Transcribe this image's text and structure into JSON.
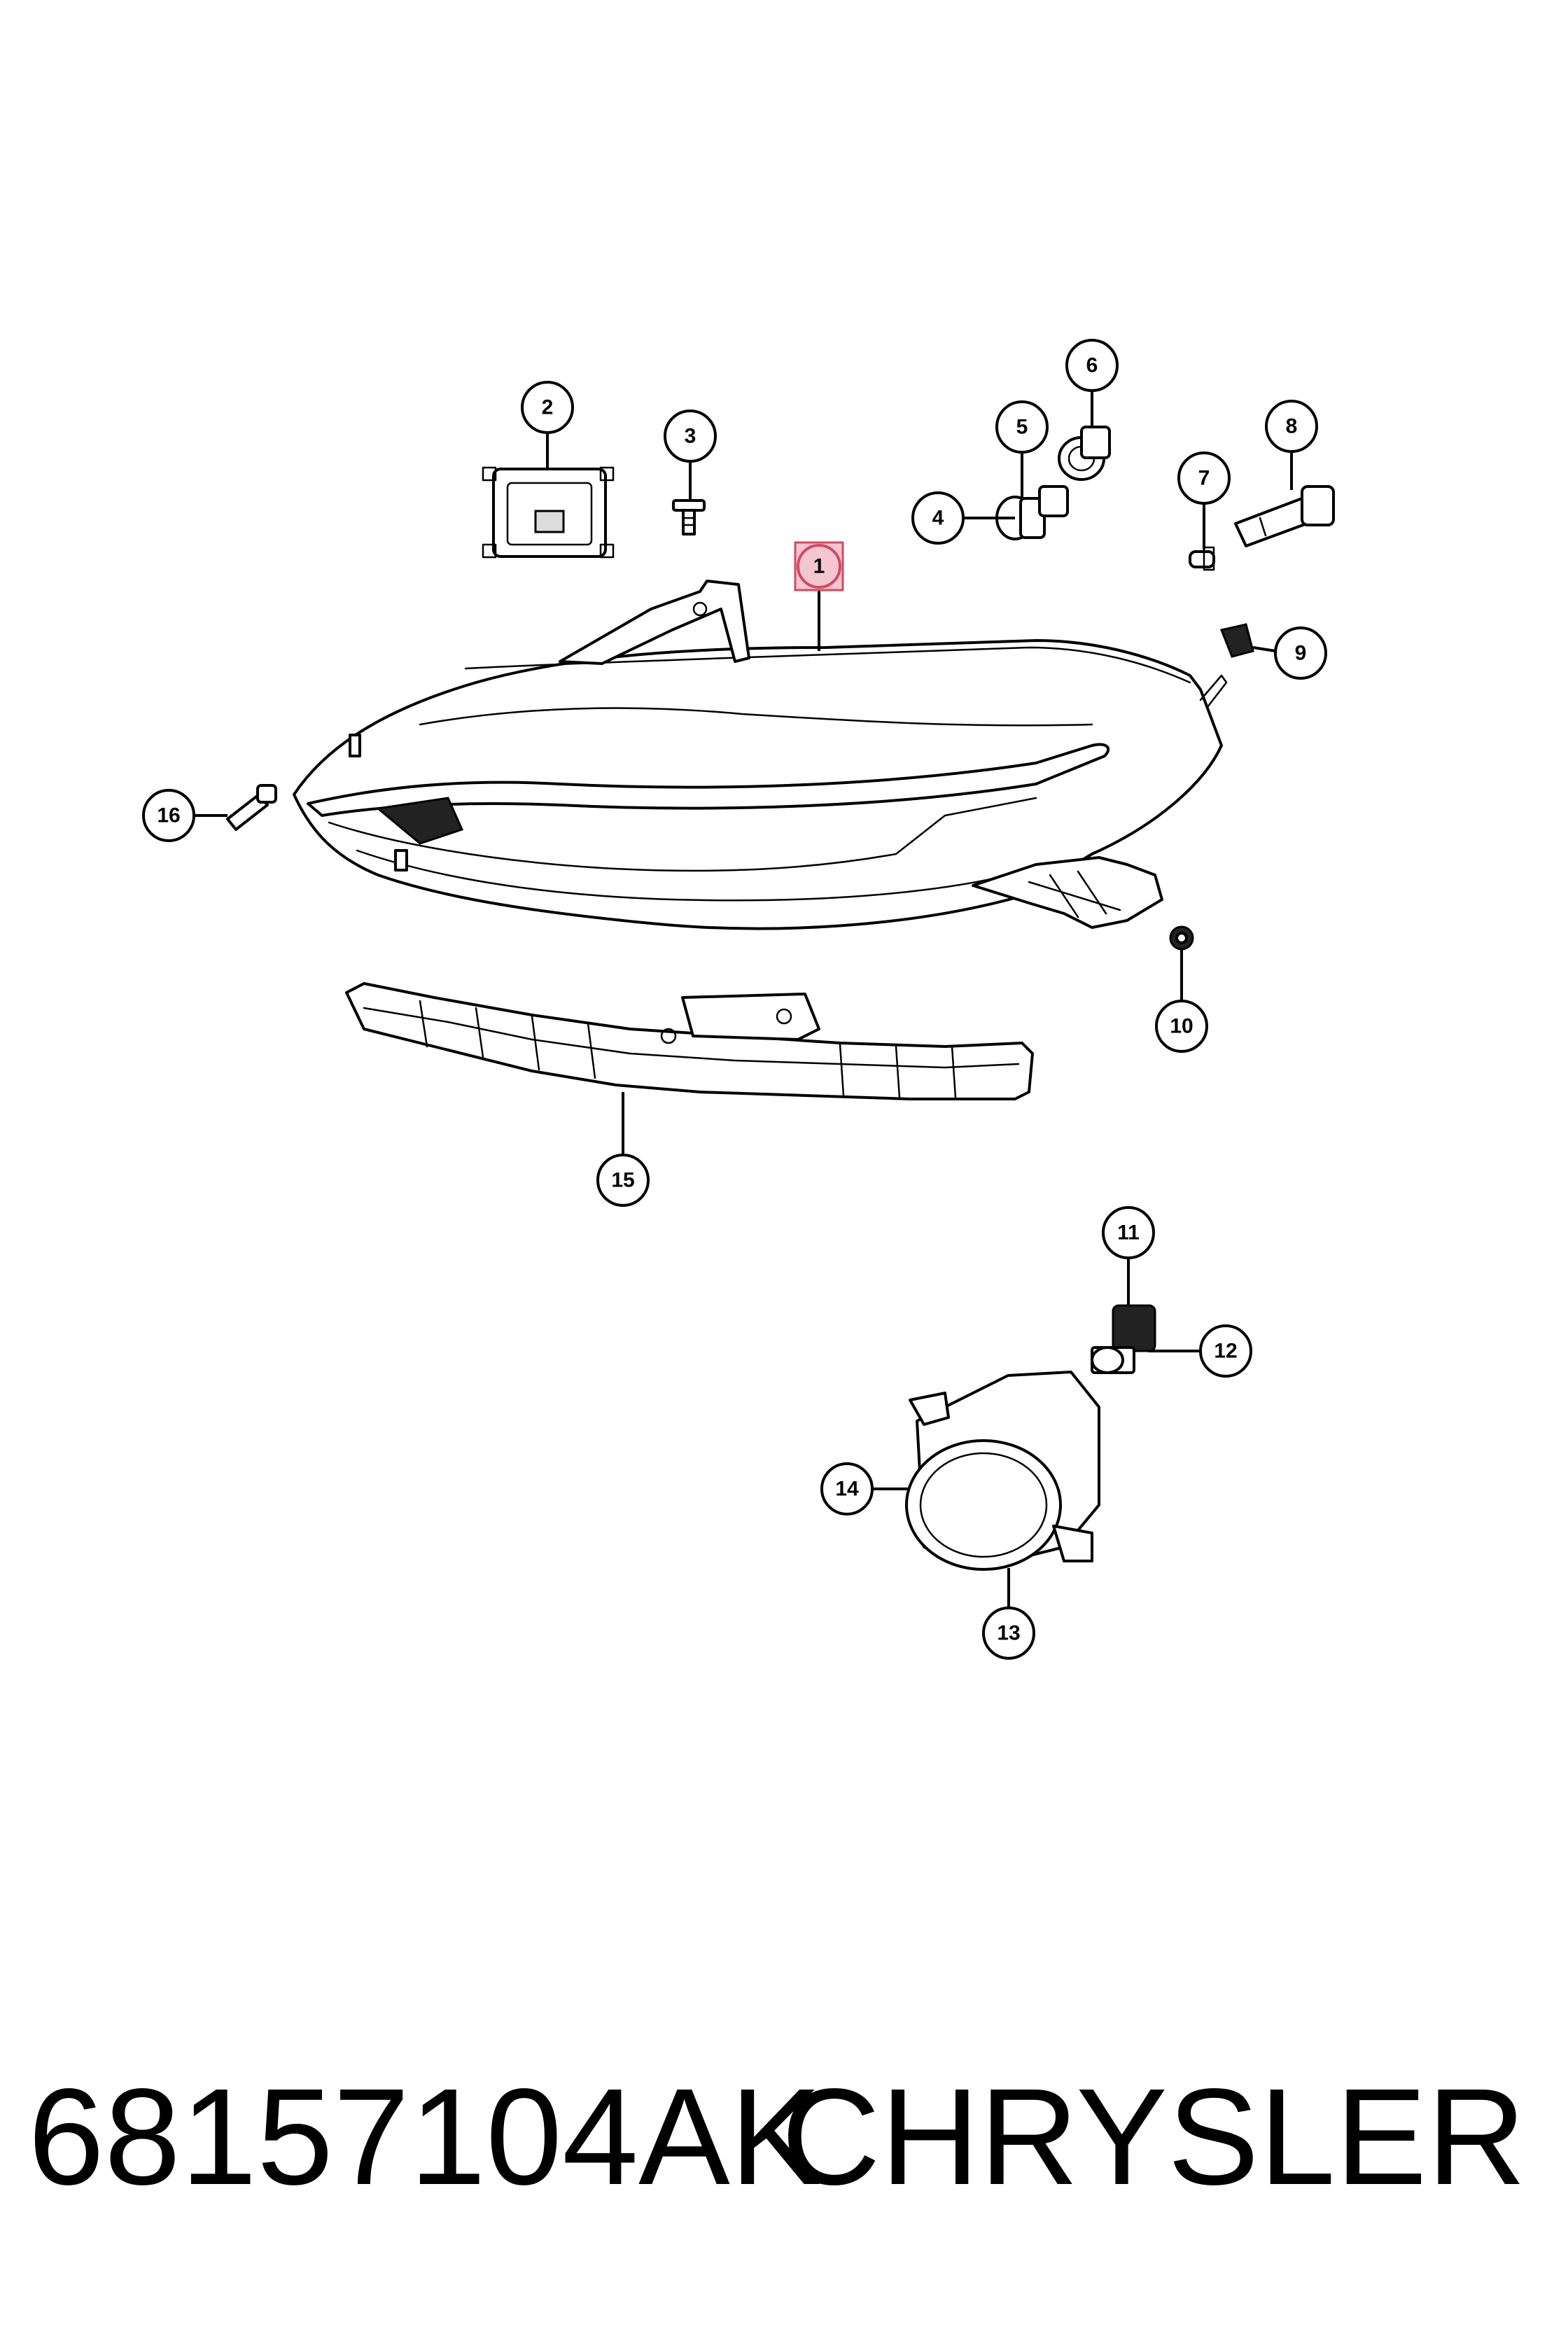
{
  "callouts": [
    {
      "label": "1",
      "highlighted": true
    },
    {
      "label": "2"
    },
    {
      "label": "3"
    },
    {
      "label": "4"
    },
    {
      "label": "5"
    },
    {
      "label": "6"
    },
    {
      "label": "7"
    },
    {
      "label": "8"
    },
    {
      "label": "9"
    },
    {
      "label": "10"
    },
    {
      "label": "11"
    },
    {
      "label": "12"
    },
    {
      "label": "13"
    },
    {
      "label": "14"
    },
    {
      "label": "15"
    },
    {
      "label": "16"
    }
  ],
  "caption": {
    "part_number": "68157104AK",
    "brand": "CHRYSLER"
  },
  "colors": {
    "line": "#000000",
    "background": "#ffffff",
    "highlight_fill": "#f4c6cf",
    "highlight_stroke": "#d24a63"
  }
}
